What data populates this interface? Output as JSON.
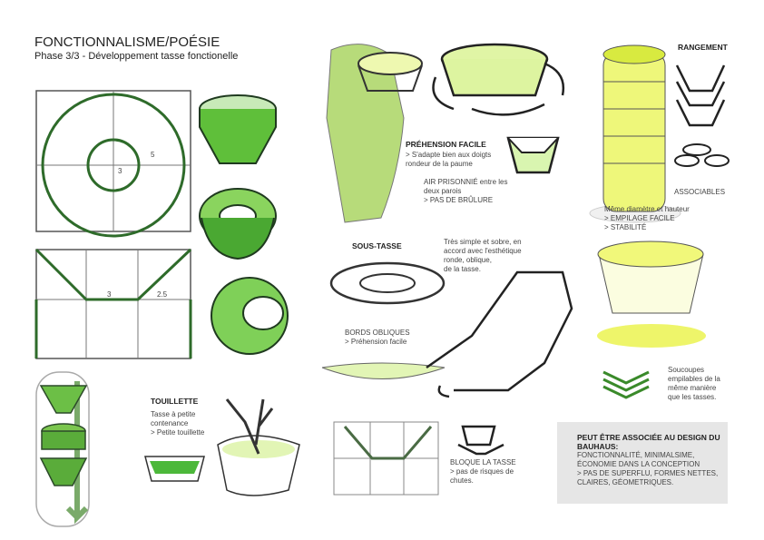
{
  "header": {
    "title": "FONCTIONNALISME/POÉSIE",
    "subtitle": "Phase 3/3 - Développement tasse fonctionelle"
  },
  "dimensions": {
    "d1": "5",
    "d2": "3",
    "d3": "3",
    "d4": "2.5"
  },
  "touillette": {
    "title": "TOUILLETTE",
    "lines": [
      "Tasse à petite",
      "contenance",
      "> Petite touillette"
    ]
  },
  "prehension": {
    "title": "PRÉHENSION FACILE",
    "lines": [
      "> S'adapte bien aux doigts",
      "  rondeur de la paume"
    ]
  },
  "air": {
    "lines": [
      "AIR PRISONNIÉ entre les",
      "deux parois",
      "> PAS DE BRÛLURE"
    ]
  },
  "sous_tasse": {
    "title": "SOUS-TASSE",
    "lines": [
      "Très simple et sobre, en",
      "accord avec l'esthétique",
      "ronde, oblique,",
      "de la tasse."
    ]
  },
  "bords": {
    "lines": [
      "BORDS OBLIQUES",
      "> Préhension facile"
    ]
  },
  "bloque": {
    "lines": [
      "BLOQUE LA TASSE",
      "> pas de risques de",
      "chutes."
    ]
  },
  "rangement": {
    "title": "RANGEMENT",
    "associables": "ASSOCIABLES",
    "lines": [
      "Même diamètre et hauteur",
      "> EMPILAGE FACILE",
      "> STABILITÉ"
    ]
  },
  "soucoupes": {
    "lines": [
      "Soucoupes",
      "empilables de la",
      "même manière",
      "que les tasses."
    ]
  },
  "bauhaus": {
    "title_lines": [
      "PEUT ÊTRE ASSOCIÉE AU DESIGN DU",
      "BAUHAUS:"
    ],
    "lines": [
      "FONCTIONNALITÉ, MINIMALSIME,",
      "ÉCONOMIE DANS LA CONCEPTION",
      "> PAS DE SUPERFLU, FORMES NETTES,",
      "CLAIRES, GÉOMETRIQUES."
    ]
  },
  "colors": {
    "green": "#3a9a2a",
    "lime": "#d9f07a",
    "yellow": "#e6f03a",
    "dark": "#1f2a22",
    "panel": "#e6e6e6"
  }
}
